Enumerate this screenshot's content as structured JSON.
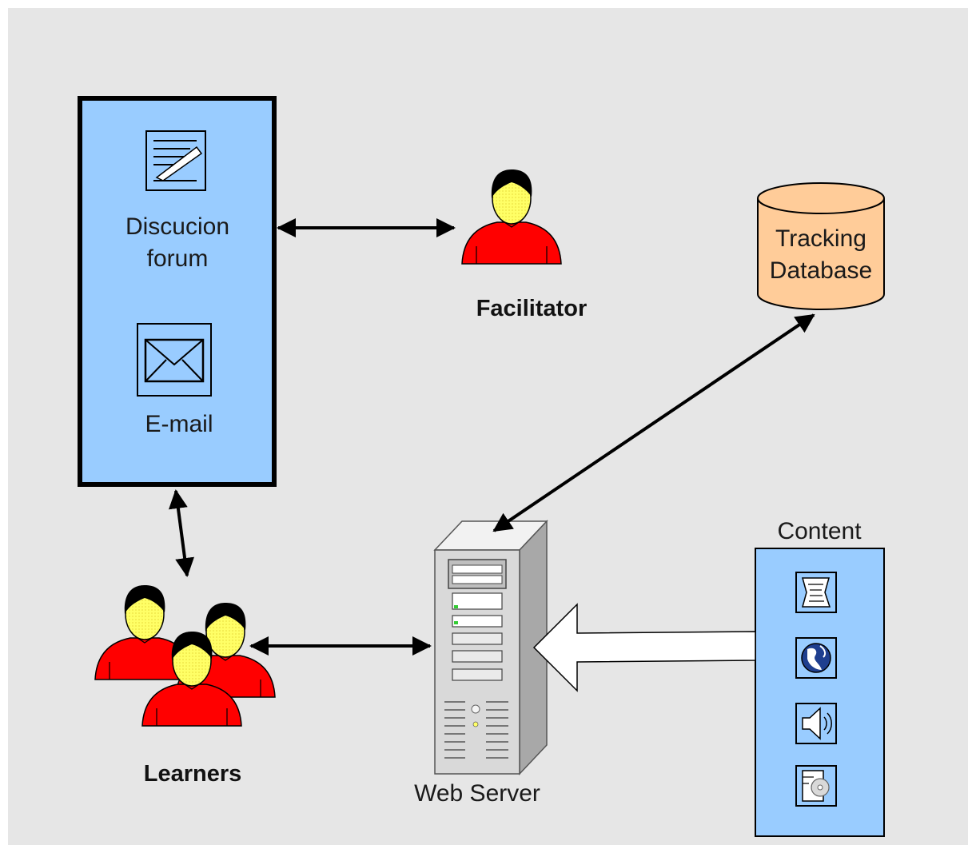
{
  "labels": {
    "discussion_forum_line1": "Discucion",
    "discussion_forum_line2": "forum",
    "email": "E-mail",
    "facilitator": "Facilitator",
    "tracking_db_line1": "Tracking",
    "tracking_db_line2": "Database",
    "learners": "Learners",
    "web_server": "Web Server",
    "content": "Content"
  },
  "icons": {
    "forum": "document-pen-icon",
    "email": "envelope-icon",
    "content_items": [
      "text-document-icon",
      "globe-icon",
      "speaker-icon",
      "media-file-icon"
    ]
  },
  "colors": {
    "background": "#e6e6e6",
    "panel_blue": "#99ccff",
    "database": "#ffcc99",
    "person_body": "#ff0000",
    "person_face": "#ffff66",
    "hair": "#000000",
    "server": "#d9d9d9"
  }
}
